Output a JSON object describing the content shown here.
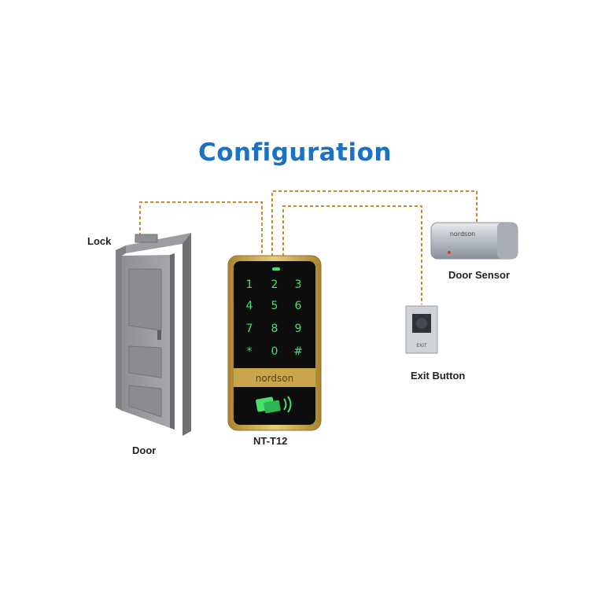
{
  "title": "Configuration",
  "labels": {
    "lock": "Lock",
    "door": "Door",
    "device": "NT-T12",
    "exit_button": "Exit Button",
    "door_sensor": "Door Sensor"
  },
  "keypad": {
    "brand": "nordson",
    "keys": [
      "1",
      "2",
      "3",
      "4",
      "5",
      "6",
      "7",
      "8",
      "9",
      "*",
      "0",
      "#"
    ]
  },
  "door_sensor": {
    "brand": "nordson"
  },
  "exit_button": {
    "plate_text": "EXIT"
  },
  "colors": {
    "title": "#1a72c7",
    "wire": "#c98a2c",
    "keypad_glow": "#46e06a",
    "gold_frame": "#c9a64a"
  }
}
